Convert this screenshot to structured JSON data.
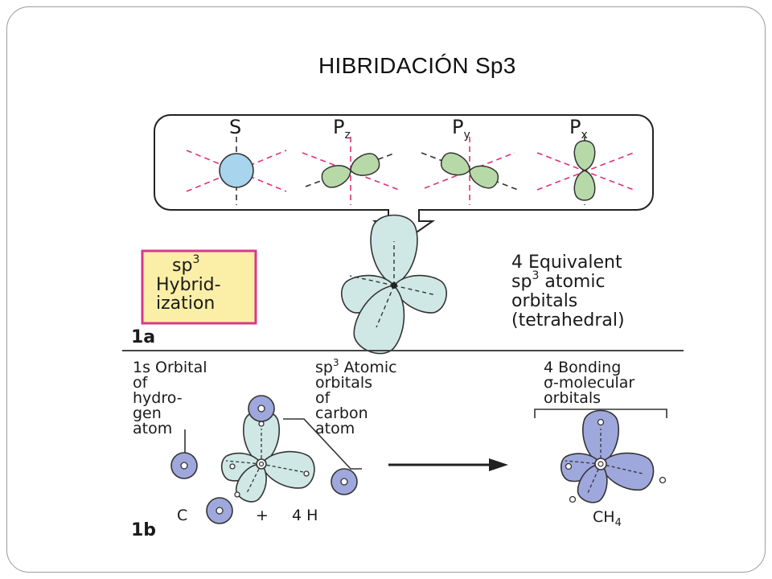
{
  "slide": {
    "title": "HIBRIDACIÓN Sp3"
  },
  "figure": {
    "orbital_labels": {
      "s": "S",
      "pz_main": "P",
      "pz_sub": "z",
      "py_main": "P",
      "py_sub": "y",
      "px_main": "P",
      "px_sub": "x"
    },
    "hybrid_box": {
      "line1_main": "sp",
      "line1_sup": "3",
      "line2": "Hybrid-",
      "line3": "ization"
    },
    "panel_1a": {
      "label": "1a",
      "desc_line1": "4 Equivalent",
      "desc_line2_main": "sp",
      "desc_line2_sup": "3",
      "desc_line2_rest": " atomic",
      "desc_line3": "orbitals",
      "desc_line4": "(tetrahedral)"
    },
    "panel_1b": {
      "label": "1b",
      "hydrogen_label": [
        "1s Orbital",
        "of",
        "hydro-",
        "gen",
        "atom"
      ],
      "carbon_label_line1_main": "sp",
      "carbon_label_line1_sup": "3",
      "carbon_label_line1_rest": " Atomic",
      "carbon_label_rest": [
        "orbitals",
        "of",
        "carbon",
        "atom"
      ],
      "bonding_label": [
        "4 Bonding",
        "σ-molecular",
        "orbitals"
      ],
      "equation_c": "C",
      "equation_plus": "+",
      "equation_h": "4 H",
      "product_main": "CH",
      "product_sub": "4"
    },
    "colors": {
      "s_orbital": "#a8d4ee",
      "p_orbital": "#b7d9a8",
      "hybrid_orbital": "#cfe8e6",
      "bonding_orbital": "#9fa8dc",
      "hydrogen_orbital": "#9fa8dc",
      "axis_dashes": "#e0307a",
      "hybrid_box_fill": "#fbeea6",
      "hybrid_box_border": "#d8388c"
    }
  }
}
